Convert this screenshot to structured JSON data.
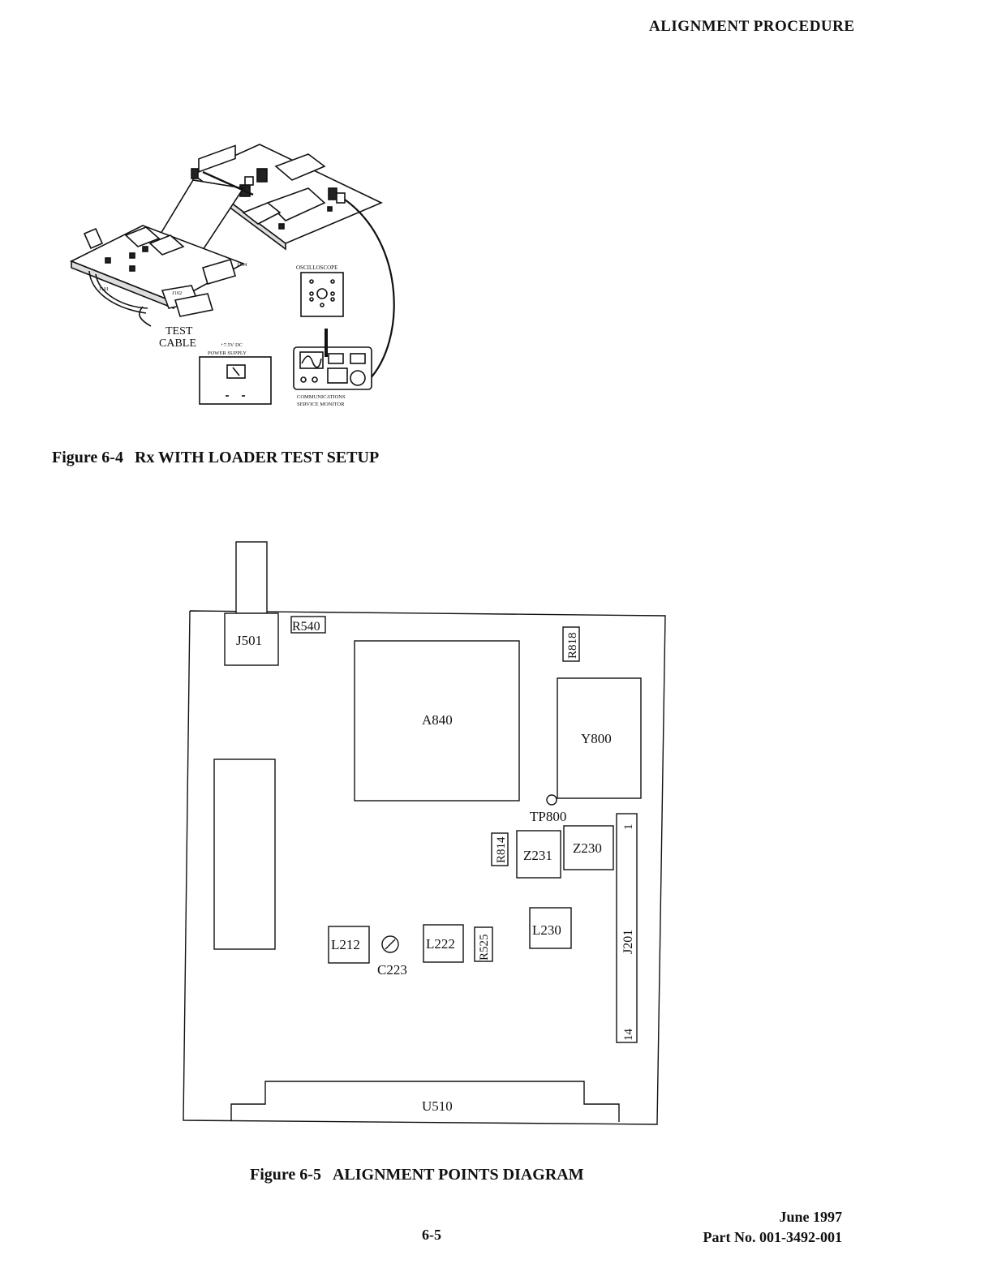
{
  "header": {
    "section_title": "ALIGNMENT PROCEDURE"
  },
  "figure_6_4": {
    "caption_number": "Figure 6-4",
    "caption_title": "Rx WITH LOADER TEST SETUP",
    "labels": {
      "test": "TEST",
      "cable": "CABLE",
      "j104": "J104",
      "j101": "J101",
      "j102": "J102",
      "oscilloscope": "OSCILLOSCOPE",
      "psu_line1": "+7.5V DC",
      "psu_line2": "POWER SUPPLY",
      "monitor_line1": "COMMUNICATIONS",
      "monitor_line2": "SERVICE MONITOR"
    }
  },
  "figure_6_5": {
    "caption_number": "Figure 6-5",
    "caption_title": "ALIGNMENT POINTS DIAGRAM",
    "components": {
      "j501": "J501",
      "r540": "R540",
      "r818": "R818",
      "a840": "A840",
      "y800": "Y800",
      "tp800": "TP800",
      "r814": "R814",
      "z231": "Z231",
      "z230": "Z230",
      "j201": "J201",
      "j201_pin_first": "1",
      "j201_pin_last": "14",
      "l230": "L230",
      "l212": "L212",
      "c223": "C223",
      "l222": "L222",
      "r525": "R525",
      "u510": "U510"
    }
  },
  "footer": {
    "page_number": "6-5",
    "date": "June 1997",
    "part_number": "Part No. 001-3492-001"
  }
}
